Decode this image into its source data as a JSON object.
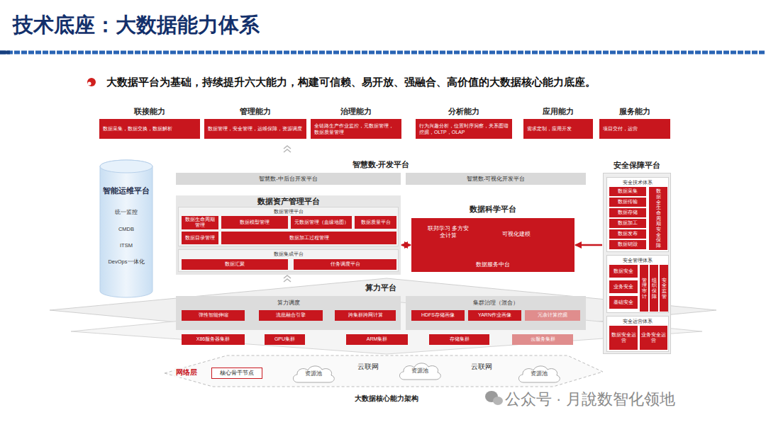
{
  "diagram": {
    "title": "技术底座：大数据能力体系",
    "caption": "大数据核心能力架构",
    "nodes": [
      {
        "text": [
          "联接能力",
          "数据采集，数据交换，数据解析"
        ]
      },
      {
        "text": [
          "管理能力",
          "数据管理，安全管理，运维保障，资源调度"
        ]
      },
      {
        "text": [
          "治理能力",
          "全链路生产作业监控，元数据管理，数据质量管理"
        ]
      },
      {
        "text": [
          "分析能力",
          "行为兴趣分析，位置时序洞察，关系图谱挖掘，OLTP，OLAP"
        ]
      },
      {
        "text": [
          "应用能力",
          "需求定制，应用开发"
        ]
      },
      {
        "text": [
          "服务能力",
          "项目交付，运营"
        ]
      },
      {
        "text": [
          "智能运维平台",
          "统一监控",
          "CMDB",
          "ITSM",
          "DevOps一体化"
        ]
      },
      {
        "text": [
          "智慧数-开发平台"
        ]
      },
      {
        "text": [
          "智慧数-中后台开发平台"
        ],
        "in": 7
      },
      {
        "text": [
          "智慧数-可视化开发平台"
        ],
        "in": 7
      },
      {
        "text": [
          "数据资产管理平台"
        ]
      },
      {
        "text": [
          "数据管理平台"
        ],
        "in": 10
      },
      {
        "text": [
          "数据生命周期管理"
        ],
        "in": 11
      },
      {
        "text": [
          "数据模型管理"
        ],
        "in": 11
      },
      {
        "text": [
          "元数据管理（血缘地图）"
        ],
        "in": 11
      },
      {
        "text": [
          "数据质量平台"
        ],
        "in": 11
      },
      {
        "text": [
          "数据目录管理"
        ],
        "in": 11
      },
      {
        "text": [
          "数据加工过程管理"
        ],
        "in": 11
      },
      {
        "text": [
          "数据集成平台"
        ],
        "in": 10
      },
      {
        "text": [
          "数据汇聚"
        ],
        "in": 18
      },
      {
        "text": [
          "任务调度平台"
        ],
        "in": 18
      },
      {
        "text": [
          "数据科学平台",
          "联邦学习 多方安全计算",
          "可视化建模",
          "数据服务中台"
        ]
      },
      {
        "text": [
          "安全保障平台"
        ]
      },
      {
        "text": [
          "安全技术体系"
        ],
        "in": 22
      },
      {
        "text": [
          "数据采集"
        ],
        "in": 23
      },
      {
        "text": [
          "数据传输"
        ],
        "in": 23
      },
      {
        "text": [
          "数据存储"
        ],
        "in": 23
      },
      {
        "text": [
          "数据加工"
        ],
        "in": 23
      },
      {
        "text": [
          "数据发布"
        ],
        "in": 23
      },
      {
        "text": [
          "数据销毁"
        ],
        "in": 23
      },
      {
        "text": [
          "数据全生命周期安全保障"
        ],
        "in": 23
      },
      {
        "text": [
          "安全管理体系"
        ],
        "in": 22
      },
      {
        "text": [
          "数据安全"
        ],
        "in": 31
      },
      {
        "text": [
          "业务安全"
        ],
        "in": 31
      },
      {
        "text": [
          "基础安全"
        ],
        "in": 31
      },
      {
        "text": [
          "管理审计"
        ],
        "in": 31
      },
      {
        "text": [
          "组织保障"
        ],
        "in": 31
      },
      {
        "text": [
          "安全监管"
        ],
        "in": 31
      },
      {
        "text": [
          "安全运营体系"
        ],
        "in": 22
      },
      {
        "text": [
          "数据安全运营"
        ],
        "in": 38
      },
      {
        "text": [
          "业务安全运营"
        ],
        "in": 38
      },
      {
        "text": [
          "算力平台"
        ]
      },
      {
        "text": [
          "算力调度"
        ],
        "in": 41
      },
      {
        "text": [
          "弹性智能伸缩"
        ],
        "in": 42
      },
      {
        "text": [
          "流批融合引擎"
        ],
        "in": 42
      },
      {
        "text": [
          "跨集群跨网计算"
        ],
        "in": 42
      },
      {
        "text": [
          "集群治理（混合）"
        ],
        "in": 41
      },
      {
        "text": [
          "HDFS存储画像"
        ],
        "in": 46
      },
      {
        "text": [
          "YARN作业画像"
        ],
        "in": 46
      },
      {
        "text": [
          "冗余计算挖掘"
        ],
        "in": 46
      },
      {
        "text": [
          "X86服务器集群"
        ],
        "in": 41
      },
      {
        "text": [
          "GPU集群"
        ],
        "in": 41
      },
      {
        "text": [
          "ARM集群"
        ],
        "in": 41
      },
      {
        "text": [
          "存储集群"
        ],
        "in": 41
      },
      {
        "text": [
          "云服务集群"
        ],
        "in": 41
      },
      {
        "text": [
          "核心骨干节点"
        ]
      },
      {
        "text": [
          "资源池"
        ]
      },
      {
        "text": [
          "资源池"
        ]
      },
      {
        "text": [
          "资源池"
        ]
      }
    ],
    "edges": [
      {
        "from": 10,
        "to": 21,
        "arrow": "both"
      },
      {
        "from": 22,
        "to": 21,
        "arrow": "to"
      }
    ],
    "labels": [
      "大数据平台为基础，持续提升六大能力，构建可信赖、易开放、强融合、高价值的大数据核心能力底座。",
      "网络层",
      "云联网",
      "云联网",
      "公众号 · 月說数智化领地"
    ]
  }
}
